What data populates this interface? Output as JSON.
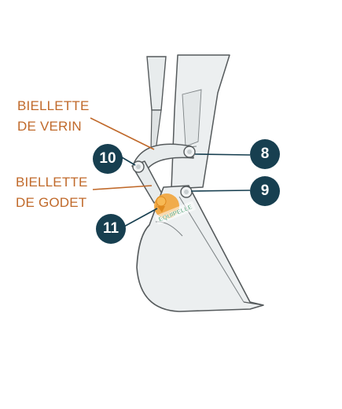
{
  "labels": {
    "biellette_verin": [
      "BIELLETTE",
      "DE VERIN"
    ],
    "biellette_godet": [
      "BIELLETTE",
      "DE GODET"
    ]
  },
  "callouts": {
    "n8": "8",
    "n9": "9",
    "n10": "10",
    "n11": "11"
  },
  "watermark": {
    "text": "EQUIPELLE"
  },
  "colors": {
    "label_orange": "#c0692a",
    "badge_navy": "#173f50",
    "part_fill": "#e8eced",
    "part_stroke": "#555a5c",
    "highlight": "#f2a43a"
  }
}
